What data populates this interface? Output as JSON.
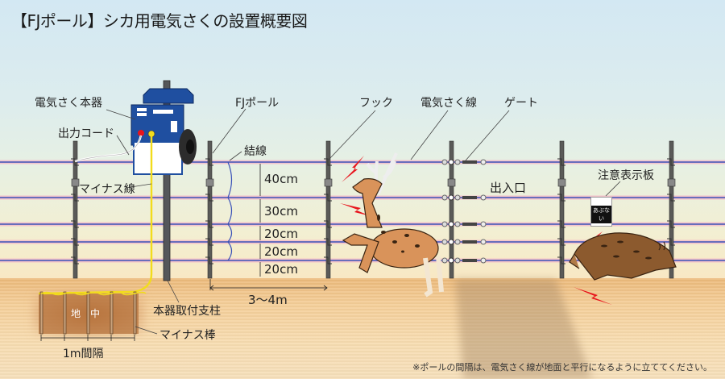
{
  "title": "【FJポール】シカ用電気さくの設置概要図",
  "labels": {
    "energizer": "電気さく本器",
    "output_cord": "出力コード",
    "minus_wire": "マイナス線",
    "fj_pole": "FJポール",
    "binding_wire": "結線",
    "hook": "フック",
    "fence_wire": "電気さく線",
    "gate": "ゲート",
    "entrance": "出入口",
    "warning_sign": "注意表示板",
    "sign_text": "あぶない",
    "mount_post": "本器取付支柱",
    "ground_rod": "マイナス棒",
    "underground": "地　中",
    "rod_spacing": "1m間隔"
  },
  "dimensions": {
    "wire_spacing": [
      "40cm",
      "30cm",
      "20cm",
      "20cm",
      "20cm"
    ],
    "post_spacing": "3〜4m"
  },
  "note": "※ポールの間隔は、電気さく線が地面と平行になるように立ててください。",
  "colors": {
    "sky_top": "#d3e8f3",
    "ground": "#f4cd96",
    "wire": "#3a52b8",
    "wire_glow": "#f4b8c8",
    "energizer_body": "#1f4fa0",
    "minus_wire": "#f2dc1c",
    "spark": "#e8141c",
    "deer": "#d9935a",
    "boar": "#8c5a2e"
  }
}
